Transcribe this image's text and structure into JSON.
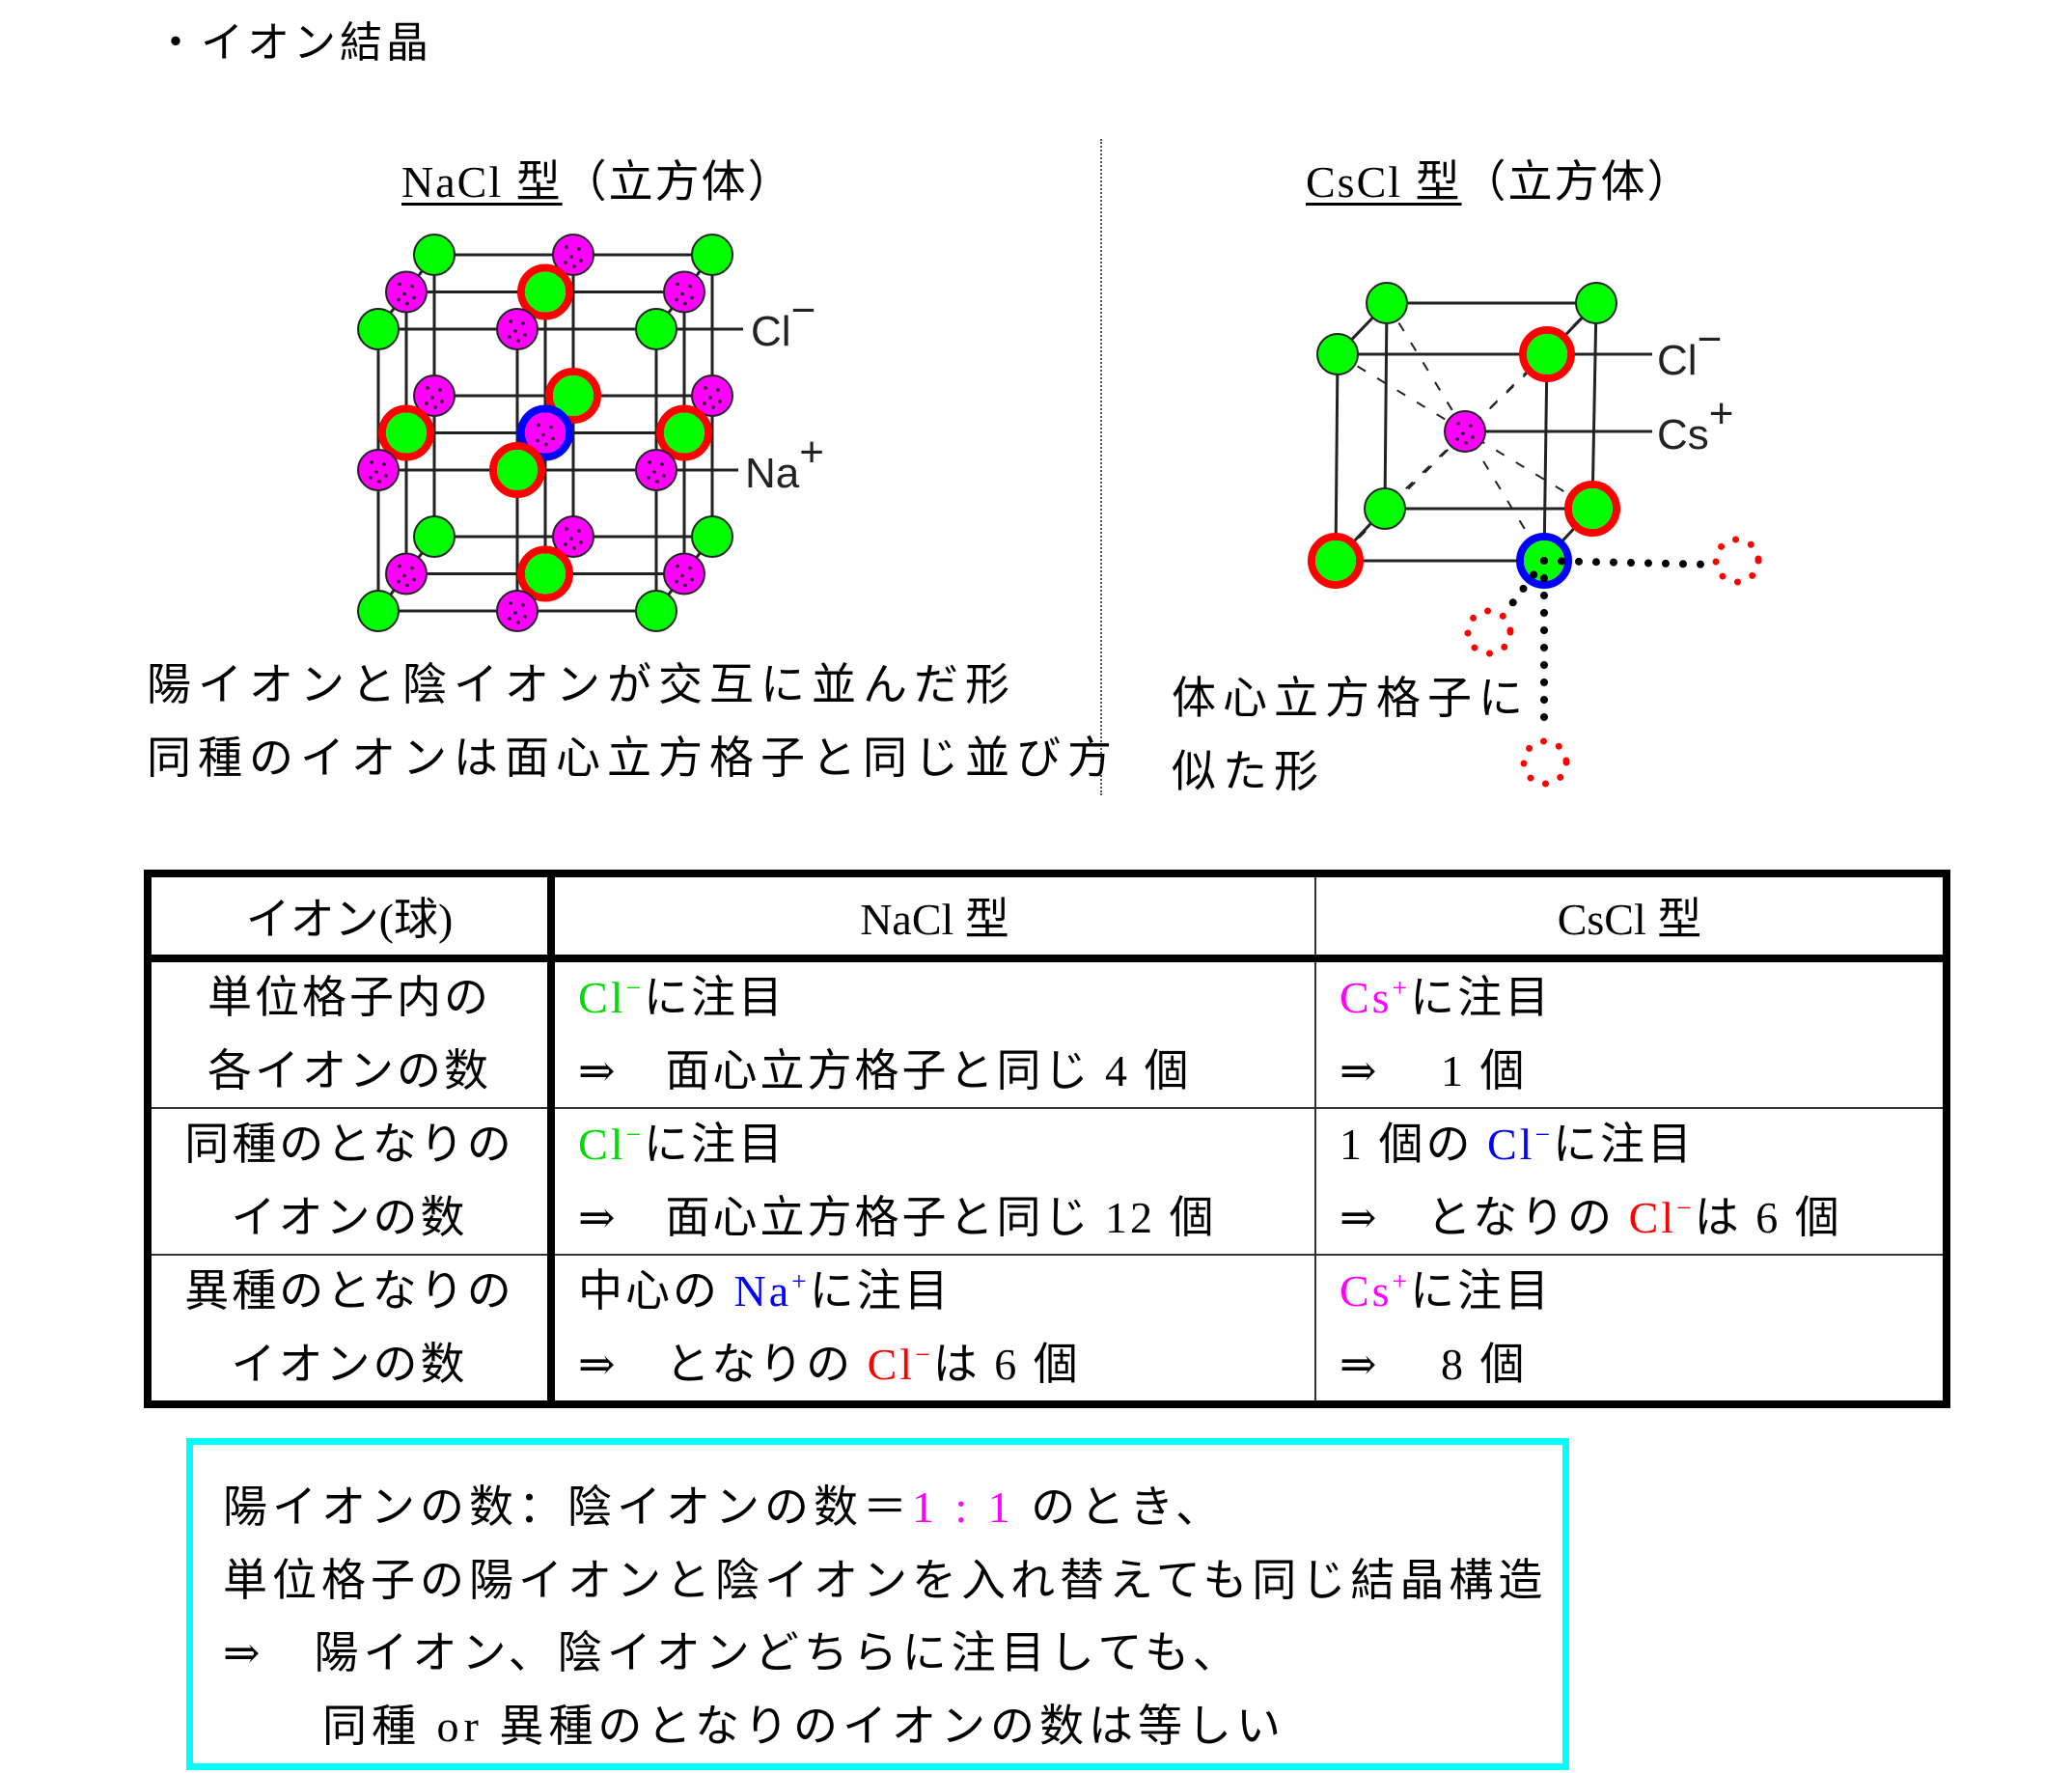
{
  "title": "・イオン結晶",
  "colors": {
    "cl_sphere": "#00ff00",
    "na_sphere": "#ff00ff",
    "ring_neighbor": "#ff0000",
    "ring_center": "#0000ff",
    "note_border": "#00ffff"
  },
  "nacl": {
    "heading_formula": "NaCl 型",
    "heading_paren": "（立方体）",
    "label_cl": "Cl",
    "label_cl_charge": "−",
    "label_na": "Na",
    "label_na_charge": "+",
    "caption": [
      "陽イオンと陰イオンが交互に並んだ形",
      "同種のイオンは面心立方格子と同じ並び方"
    ]
  },
  "cscl": {
    "heading_formula": "CsCl 型",
    "heading_paren": "（立方体）",
    "label_cl": "Cl",
    "label_cl_charge": "−",
    "label_cs": "Cs",
    "label_cs_charge": "+",
    "caption": [
      "体心立方格子に",
      "似た形"
    ]
  },
  "table": {
    "headers": [
      "イオン(球)",
      "NaCl 型",
      "CsCl 型"
    ],
    "rows": [
      {
        "label": [
          "単位格子内の",
          "各イオンの数"
        ],
        "nacl": [
          [
            {
              "t": "Cl",
              "c": "#00dd00"
            },
            {
              "t": "−",
              "c": "#00dd00",
              "sup": true
            },
            {
              "t": "に注目"
            }
          ],
          [
            {
              "t": "⇒　面心立方格子と同じ 4 個"
            }
          ]
        ],
        "cscl": [
          [
            {
              "t": "Cs",
              "c": "#ff00ff"
            },
            {
              "t": "+",
              "c": "#ff00ff",
              "sup": true
            },
            {
              "t": "に注目"
            }
          ],
          [
            {
              "t": "⇒　 1 個"
            }
          ]
        ]
      },
      {
        "label": [
          "同種のとなりの",
          "イオンの数"
        ],
        "nacl": [
          [
            {
              "t": "Cl",
              "c": "#00dd00"
            },
            {
              "t": "−",
              "c": "#00dd00",
              "sup": true
            },
            {
              "t": "に注目"
            }
          ],
          [
            {
              "t": "⇒　面心立方格子と同じ 12 個"
            }
          ]
        ],
        "cscl": [
          [
            {
              "t": "1 個の "
            },
            {
              "t": "Cl",
              "c": "#0000ff"
            },
            {
              "t": "−",
              "c": "#0000ff",
              "sup": true
            },
            {
              "t": "に注目"
            }
          ],
          [
            {
              "t": "⇒　となりの "
            },
            {
              "t": "Cl",
              "c": "#ff0000"
            },
            {
              "t": "−",
              "c": "#ff0000",
              "sup": true
            },
            {
              "t": "は 6 個"
            }
          ]
        ]
      },
      {
        "label": [
          "異種のとなりの",
          "イオンの数"
        ],
        "nacl": [
          [
            {
              "t": "中心の "
            },
            {
              "t": "Na",
              "c": "#0000ff"
            },
            {
              "t": "+",
              "c": "#0000ff",
              "sup": true
            },
            {
              "t": "に注目"
            }
          ],
          [
            {
              "t": "⇒　となりの "
            },
            {
              "t": "Cl",
              "c": "#ff0000"
            },
            {
              "t": "−",
              "c": "#ff0000",
              "sup": true
            },
            {
              "t": "は 6 個"
            }
          ]
        ],
        "cscl": [
          [
            {
              "t": "Cs",
              "c": "#ff00ff"
            },
            {
              "t": "+",
              "c": "#ff00ff",
              "sup": true
            },
            {
              "t": "に注目"
            }
          ],
          [
            {
              "t": "⇒　 8 個"
            }
          ]
        ]
      }
    ]
  },
  "note": {
    "lines": [
      [
        {
          "t": "陽イオンの数：陰イオンの数＝"
        },
        {
          "t": "1 : 1",
          "c": "#ff00ff"
        },
        {
          "t": " のとき、"
        }
      ],
      [
        {
          "t": "単位格子の陽イオンと陰イオンを入れ替えても同じ結晶構造"
        }
      ],
      [
        {
          "t": "⇒　陽イオン、陰イオンどちらに注目しても、"
        }
      ],
      [
        {
          "t": "同種 or 異種のとなりのイオンの数は等しい"
        }
      ]
    ]
  }
}
